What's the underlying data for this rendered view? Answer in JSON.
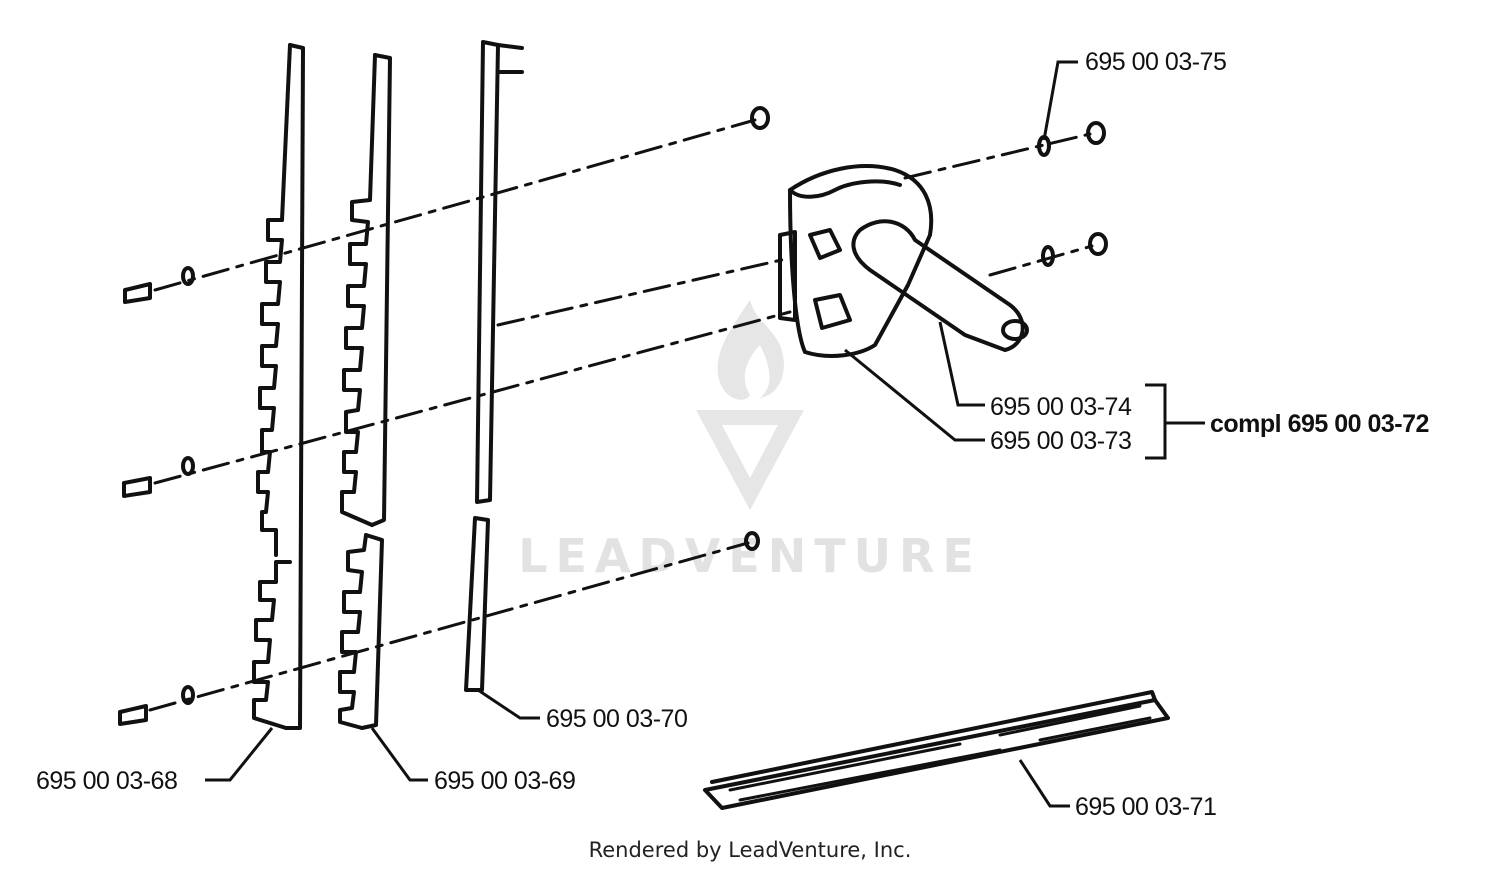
{
  "parts": [
    {
      "id": "p68",
      "label": "695 00 03-68"
    },
    {
      "id": "p69",
      "label": "695 00 03-69"
    },
    {
      "id": "p70",
      "label": "695 00 03-70"
    },
    {
      "id": "p71",
      "label": "695 00 03-71"
    },
    {
      "id": "p73",
      "label": "695 00 03-73"
    },
    {
      "id": "p74",
      "label": "695 00 03-74"
    },
    {
      "id": "p75",
      "label": "695 00 03-75"
    }
  ],
  "assembly": {
    "label": "compl 695 00 03-72"
  },
  "watermark": {
    "text": "LEADVENTURE"
  },
  "footer": {
    "text": "Rendered by LeadVenture, Inc."
  }
}
